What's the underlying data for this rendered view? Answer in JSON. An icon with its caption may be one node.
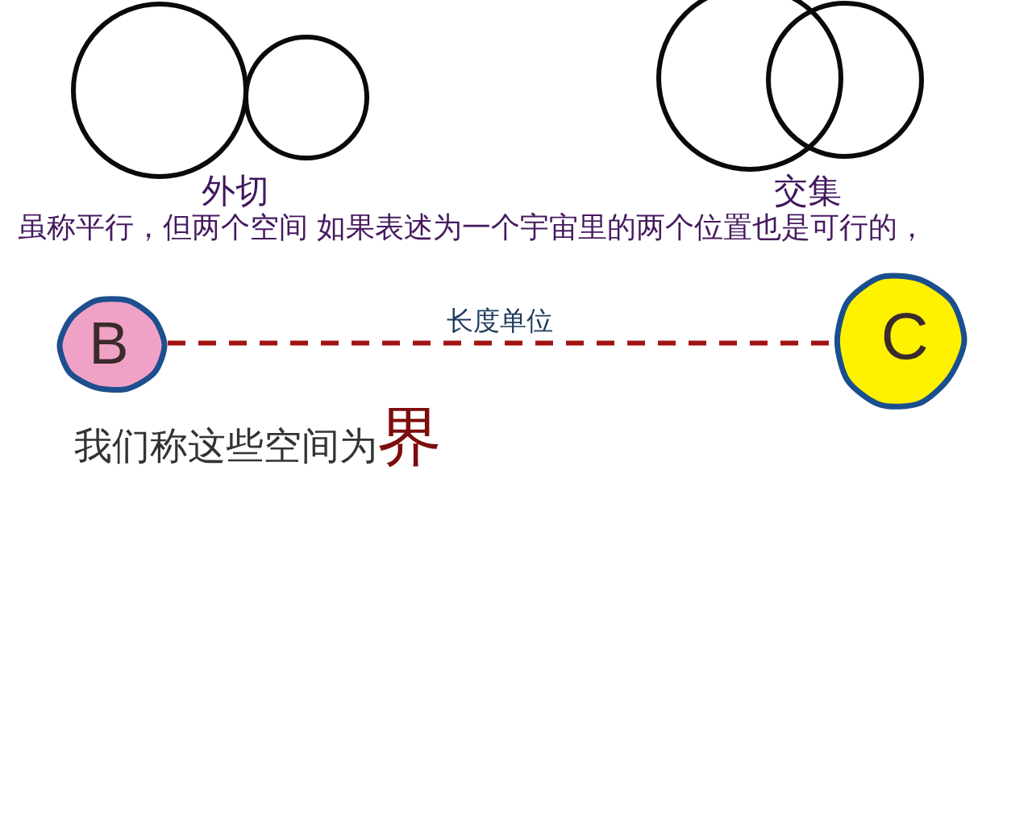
{
  "diagram": {
    "nodes": [
      {
        "text": [
          "B"
        ]
      },
      {
        "text": [
          "C"
        ]
      }
    ],
    "edges": [
      {
        "from": 0,
        "to": 1,
        "arrow": "none",
        "label": "长度单位",
        "style": "dashed"
      }
    ],
    "labels": [
      "外切",
      "交集",
      "虽称平行，但两个空间 如果表述为一个宇宙里的两个位置也是可行的，",
      "我们称这些空间为**界**"
    ]
  }
}
